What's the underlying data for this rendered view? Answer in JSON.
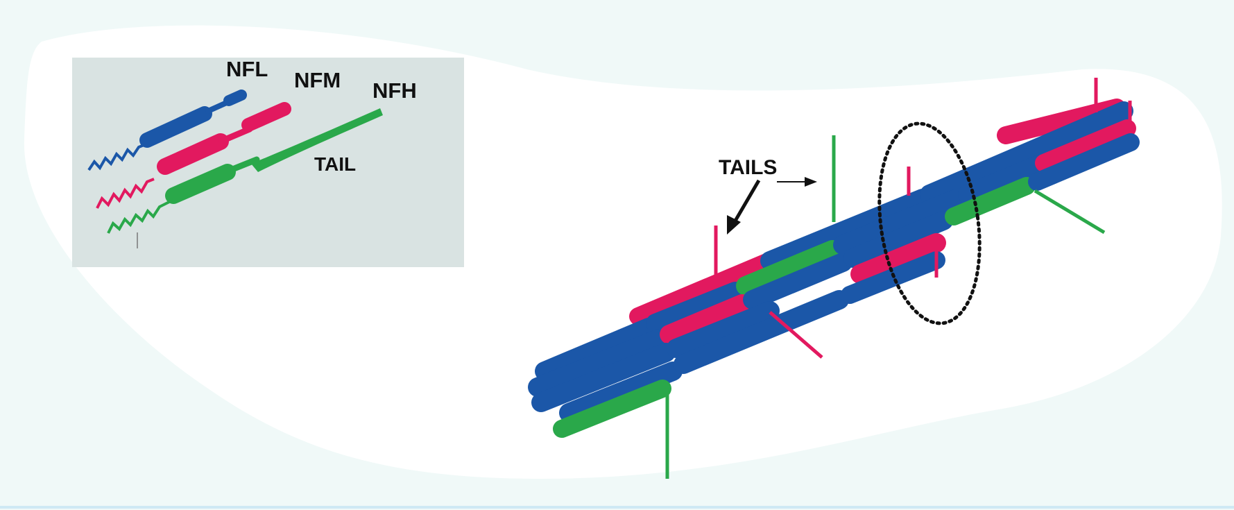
{
  "colors": {
    "background": "#f0f9f8",
    "blob": "#ffffff",
    "inset_background": "#d9e3e2",
    "nfl": "#1b57a8",
    "nfm": "#e2195f",
    "nfh": "#2aa84a",
    "ellipse": "#111111"
  },
  "inset": {
    "labels": {
      "nfl": "NFL",
      "nfm": "NFM",
      "nfh": "NFH",
      "tail": "TAIL"
    }
  },
  "filament": {
    "tails_label": "TAILS"
  }
}
